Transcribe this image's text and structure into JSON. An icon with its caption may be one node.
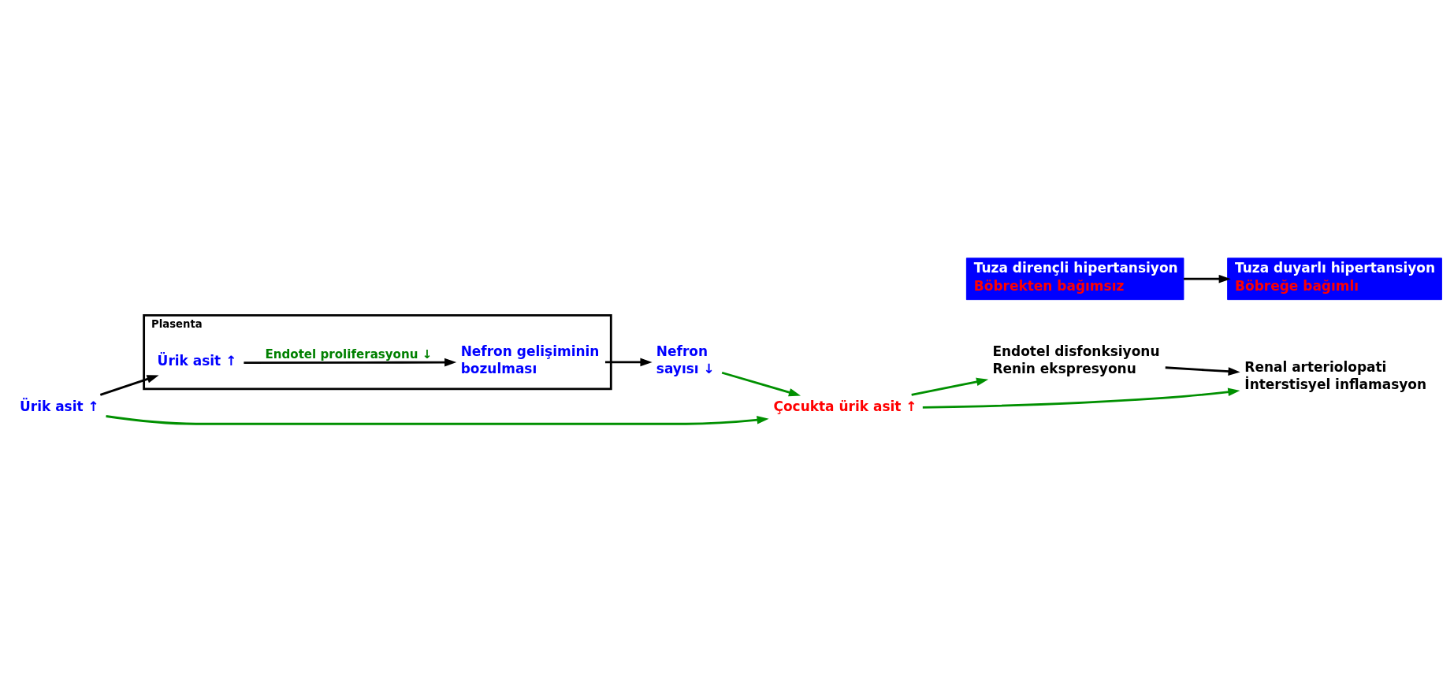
{
  "diagram": {
    "nodes": [
      {
        "text": [
          "Plasenta"
        ]
      },
      {
        "text": [
          "Ürik asit ↑"
        ]
      },
      {
        "text": [
          "Ürik asit ↑"
        ],
        "in": 0
      },
      {
        "text": [
          "Nefron gelişiminin bozulması"
        ],
        "in": 0
      },
      {
        "text": [
          "Nefron sayısı ↓"
        ]
      },
      {
        "text": [
          "Çocukta ürik asit ↑"
        ]
      },
      {
        "text": [
          "Endotel disfonksiyonu",
          "Renin ekspresyonu"
        ]
      },
      {
        "text": [
          "Renal arteriolopati",
          "İnterstisyel inflamasyon"
        ]
      },
      {
        "text": [
          "Tuza dirençli hipertansiyon",
          "Böbrekten bağımsız"
        ]
      },
      {
        "text": [
          "Tuza duyarlı hipertansiyon",
          "Böbreğe bağımlı"
        ]
      }
    ],
    "edges": [
      {
        "from": 1,
        "to": 2,
        "arrow": "to"
      },
      {
        "from": 2,
        "to": 3,
        "arrow": "to",
        "label": "Endotel proliferasyonu ↓"
      },
      {
        "from": 3,
        "to": 4,
        "arrow": "to"
      },
      {
        "from": 1,
        "to": 5,
        "arrow": "to",
        "color": "#009000"
      },
      {
        "from": 4,
        "to": 5,
        "arrow": "to",
        "color": "#009000"
      },
      {
        "from": 5,
        "to": 6,
        "arrow": "to",
        "color": "#009000"
      },
      {
        "from": 5,
        "to": 7,
        "arrow": "to",
        "color": "#009000"
      },
      {
        "from": 6,
        "to": 7,
        "arrow": "to"
      },
      {
        "from": 8,
        "to": 9,
        "arrow": "to"
      }
    ]
  }
}
